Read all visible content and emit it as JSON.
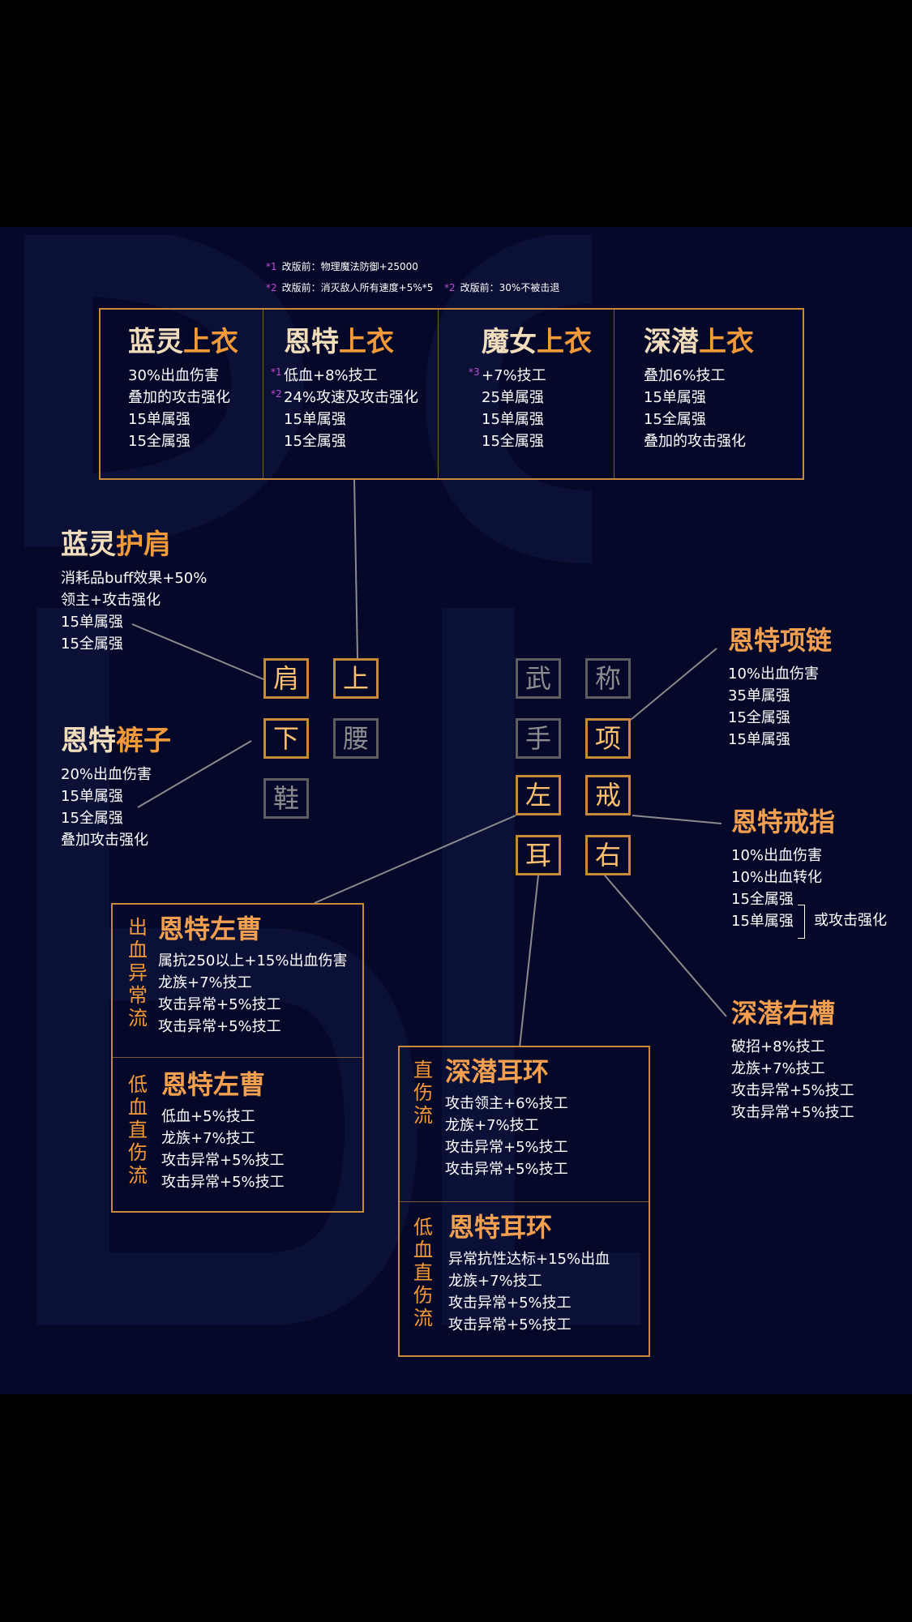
{
  "notes": [
    {
      "mark": "*1",
      "text": "改版前：物理魔法防御+25000"
    },
    {
      "mark": "*2",
      "text": "改版前：消灭敌人所有速度+5%*5"
    },
    {
      "mark": "*2",
      "text": "改版前：30%不被击退"
    }
  ],
  "tops": [
    {
      "name_a": "蓝灵",
      "name_b": "上衣",
      "lines": [
        "30%出血伤害",
        "叠加的攻击强化",
        "15单属强",
        "15全属强"
      ]
    },
    {
      "name_a": "恩特",
      "name_b": "上衣",
      "marks": [
        "*1",
        "*2"
      ],
      "lines": [
        "低血+8%技工",
        "24%攻速及攻击强化",
        "15单属强",
        "15全属强"
      ]
    },
    {
      "name_a": "魔女",
      "name_b": "上衣",
      "marks": [
        "*3"
      ],
      "lines": [
        "+7%技工",
        "25单属强",
        "15单属强",
        "15全属强"
      ]
    },
    {
      "name_a": "深潜",
      "name_b": "上衣",
      "lines": [
        "叠加6%技工",
        "15单属强",
        "15全属强",
        "叠加的攻击强化"
      ]
    }
  ],
  "shoulder": {
    "name_a": "蓝灵",
    "name_b": "护肩",
    "lines": [
      "消耗品buff效果+50%",
      "领主+攻击强化",
      "15单属强",
      "15全属强"
    ]
  },
  "pants": {
    "name_a": "恩特",
    "name_b": "裤子",
    "lines": [
      "20%出血伤害",
      "15单属强",
      "15全属强",
      "叠加攻击强化"
    ]
  },
  "necklace": {
    "title": "恩特项链",
    "lines": [
      "10%出血伤害",
      "35单属强",
      "15全属强",
      "15单属强"
    ]
  },
  "ring": {
    "title": "恩特戒指",
    "lines": [
      "10%出血伤害",
      "10%出血转化",
      "15全属强",
      "15单属强"
    ],
    "or": "或攻击强化"
  },
  "right_slot": {
    "title": "深潜右槽",
    "lines": [
      "破招+8%技工",
      "龙族+7%技工",
      "攻击异常+5%技工",
      "攻击异常+5%技工"
    ]
  },
  "left_box": [
    {
      "label": "出血异常流",
      "title": "恩特左曹",
      "lines": [
        "属抗250以上+15%出血伤害",
        "龙族+7%技工",
        "攻击异常+5%技工",
        "攻击异常+5%技工"
      ]
    },
    {
      "label": "低血直伤流",
      "title": "恩特左曹",
      "lines": [
        "低血+5%技工",
        "龙族+7%技工",
        "攻击异常+5%技工",
        "攻击异常+5%技工"
      ]
    }
  ],
  "ear_box": [
    {
      "label": "直伤流",
      "title": "深潜耳环",
      "lines": [
        "攻击领主+6%技工",
        "龙族+7%技工",
        "攻击异常+5%技工",
        "攻击异常+5%技工"
      ]
    },
    {
      "label": "低血直伤流",
      "title": "恩特耳环",
      "lines": [
        "异常抗性达标+15%出血",
        "龙族+7%技工",
        "攻击异常+5%技工",
        "攻击异常+5%技工"
      ]
    }
  ],
  "slots": {
    "shoulder": "肩",
    "top": "上",
    "bottom": "下",
    "belt": "腰",
    "shoes": "鞋",
    "weapon": "武",
    "title": "称",
    "glove": "手",
    "necklace": "项",
    "left": "左",
    "ring": "戒",
    "ear": "耳",
    "right": "右"
  },
  "colors": {
    "accent": "#f29a3a",
    "border": "#c8893a",
    "background": "#050828",
    "mark": "#c24bd6"
  }
}
